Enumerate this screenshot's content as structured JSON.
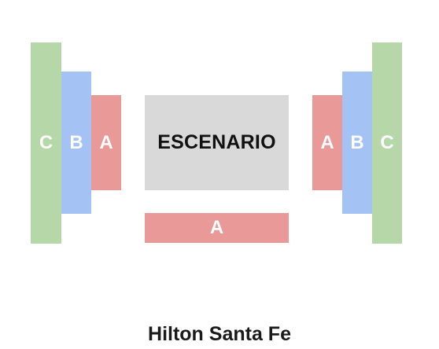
{
  "venue": {
    "name": "Hilton Santa Fe"
  },
  "stage": {
    "label": "ESCENARIO",
    "color": "#d9d9d9"
  },
  "colors": {
    "section_a": "#ea9999",
    "section_b": "#a4c2f4",
    "section_c": "#b6d7a8"
  },
  "sections": {
    "left_c": {
      "label": "C"
    },
    "left_b": {
      "label": "B"
    },
    "left_a": {
      "label": "A"
    },
    "front_a": {
      "label": "A"
    },
    "right_a": {
      "label": "A"
    },
    "right_b": {
      "label": "B"
    },
    "right_c": {
      "label": "C"
    }
  }
}
